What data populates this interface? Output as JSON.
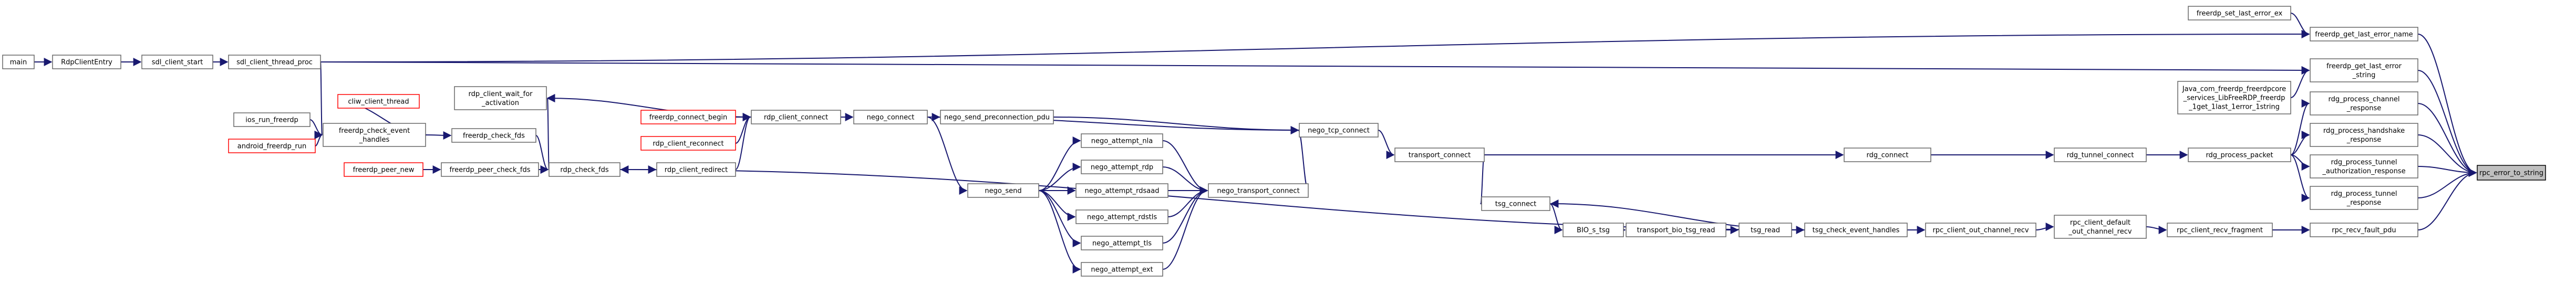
{
  "colors": {
    "node_border": "#666666",
    "node_border_highlight": "#ff0000",
    "node_fill": "#ffffff",
    "root_fill": "#bfbfbf",
    "root_border": "#000000",
    "edge": "#191970"
  },
  "nodes": [
    {
      "id": "rpc_error_to_string",
      "lines": [
        "rpc_error_to_string"
      ],
      "kind": "root"
    },
    {
      "id": "freerdp_set_last_error_ex",
      "lines": [
        "freerdp_set_last_error_ex"
      ]
    },
    {
      "id": "freerdp_get_last_error_name",
      "lines": [
        "freerdp_get_last_error_name"
      ]
    },
    {
      "id": "freerdp_get_last_error_string",
      "lines": [
        "freerdp_get_last_error",
        "_string"
      ]
    },
    {
      "id": "java_com_freerdp",
      "lines": [
        "Java_com_freerdp_freerdpcore",
        "_services_LibFreeRDP_freerdp",
        "_1get_1last_1error_1string"
      ]
    },
    {
      "id": "rdg_process_channel_response",
      "lines": [
        "rdg_process_channel",
        "_response"
      ]
    },
    {
      "id": "rdg_process_handshake_response",
      "lines": [
        "rdg_process_handshake",
        "_response"
      ]
    },
    {
      "id": "rdg_process_tunnel_authorization_response",
      "lines": [
        "rdg_process_tunnel",
        "_authorization_response"
      ]
    },
    {
      "id": "rdg_process_tunnel_response",
      "lines": [
        "rdg_process_tunnel",
        "_response"
      ]
    },
    {
      "id": "rpc_recv_fault_pdu",
      "lines": [
        "rpc_recv_fault_pdu"
      ]
    },
    {
      "id": "rdg_process_packet",
      "lines": [
        "rdg_process_packet"
      ]
    },
    {
      "id": "rdg_tunnel_connect",
      "lines": [
        "rdg_tunnel_connect"
      ]
    },
    {
      "id": "rdg_connect",
      "lines": [
        "rdg_connect"
      ]
    },
    {
      "id": "transport_connect",
      "lines": [
        "transport_connect"
      ]
    },
    {
      "id": "nego_tcp_connect",
      "lines": [
        "nego_tcp_connect"
      ]
    },
    {
      "id": "nego_connect",
      "lines": [
        "nego_connect"
      ]
    },
    {
      "id": "nego_send_preconnection_pdu",
      "lines": [
        "nego_send_preconnection_pdu"
      ]
    },
    {
      "id": "rdp_client_connect",
      "lines": [
        "rdp_client_connect"
      ]
    },
    {
      "id": "rdp_client_wait_for_activation",
      "lines": [
        "rdp_client_wait_for",
        "_activation"
      ]
    },
    {
      "id": "freerdp_connect_begin",
      "lines": [
        "freerdp_connect_begin"
      ],
      "kind": "highlight"
    },
    {
      "id": "rdp_client_reconnect",
      "lines": [
        "rdp_client_reconnect"
      ],
      "kind": "highlight"
    },
    {
      "id": "rdp_client_redirect",
      "lines": [
        "rdp_client_redirect"
      ]
    },
    {
      "id": "rdp_check_fds",
      "lines": [
        "rdp_check_fds"
      ]
    },
    {
      "id": "freerdp_check_fds",
      "lines": [
        "freerdp_check_fds"
      ]
    },
    {
      "id": "freerdp_peer_check_fds",
      "lines": [
        "freerdp_peer_check_fds"
      ]
    },
    {
      "id": "freerdp_peer_new",
      "lines": [
        "freerdp_peer_new"
      ],
      "kind": "highlight"
    },
    {
      "id": "cliw_client_thread",
      "lines": [
        "cliw_client_thread"
      ],
      "kind": "highlight"
    },
    {
      "id": "freerdp_check_event_handles",
      "lines": [
        "freerdp_check_event",
        "_handles"
      ]
    },
    {
      "id": "ios_run_freerdp",
      "lines": [
        "ios_run_freerdp"
      ]
    },
    {
      "id": "android_freerdp_run",
      "lines": [
        "android_freerdp_run"
      ],
      "kind": "highlight"
    },
    {
      "id": "sdl_client_thread_proc",
      "lines": [
        "sdl_client_thread_proc"
      ]
    },
    {
      "id": "sdl_client_start",
      "lines": [
        "sdl_client_start"
      ]
    },
    {
      "id": "RdpClientEntry",
      "lines": [
        "RdpClientEntry"
      ]
    },
    {
      "id": "main",
      "lines": [
        "main"
      ]
    },
    {
      "id": "nego_transport_connect",
      "lines": [
        "nego_transport_connect"
      ]
    },
    {
      "id": "nego_attempt_nla",
      "lines": [
        "nego_attempt_nla"
      ]
    },
    {
      "id": "nego_attempt_rdp",
      "lines": [
        "nego_attempt_rdp"
      ]
    },
    {
      "id": "nego_attempt_rdsaad",
      "lines": [
        "nego_attempt_rdsaad"
      ]
    },
    {
      "id": "nego_attempt_rdstls",
      "lines": [
        "nego_attempt_rdstls"
      ]
    },
    {
      "id": "nego_attempt_tls",
      "lines": [
        "nego_attempt_tls"
      ]
    },
    {
      "id": "nego_attempt_ext",
      "lines": [
        "nego_attempt_ext"
      ]
    },
    {
      "id": "nego_send",
      "lines": [
        "nego_send"
      ]
    },
    {
      "id": "tsg_connect",
      "lines": [
        "tsg_connect"
      ]
    },
    {
      "id": "BIO_s_tsg",
      "lines": [
        "BIO_s_tsg"
      ]
    },
    {
      "id": "transport_bio_tsg_read",
      "lines": [
        "transport_bio_tsg_read"
      ]
    },
    {
      "id": "tsg_read",
      "lines": [
        "tsg_read"
      ]
    },
    {
      "id": "tsg_check_event_handles",
      "lines": [
        "tsg_check_event_handles"
      ]
    },
    {
      "id": "rpc_client_out_channel_recv",
      "lines": [
        "rpc_client_out_channel_recv"
      ]
    },
    {
      "id": "rpc_client_default_out_channel_recv",
      "lines": [
        "rpc_client_default",
        "_out_channel_recv"
      ]
    },
    {
      "id": "rpc_client_recv_fragment",
      "lines": [
        "rpc_client_recv_fragment"
      ]
    }
  ],
  "edges": [
    [
      "freerdp_get_last_error_name",
      "rpc_error_to_string"
    ],
    [
      "freerdp_set_last_error_ex",
      "freerdp_get_last_error_name"
    ],
    [
      "sdl_client_thread_proc",
      "freerdp_get_last_error_name"
    ],
    [
      "freerdp_get_last_error_string",
      "rpc_error_to_string"
    ],
    [
      "java_com_freerdp",
      "freerdp_get_last_error_string"
    ],
    [
      "sdl_client_thread_proc",
      "freerdp_get_last_error_string"
    ],
    [
      "rdg_process_channel_response",
      "rpc_error_to_string"
    ],
    [
      "rdg_process_handshake_response",
      "rpc_error_to_string"
    ],
    [
      "rdg_process_tunnel_authorization_response",
      "rpc_error_to_string"
    ],
    [
      "rdg_process_tunnel_response",
      "rpc_error_to_string"
    ],
    [
      "rpc_recv_fault_pdu",
      "rpc_error_to_string"
    ],
    [
      "rdg_process_packet",
      "rdg_process_channel_response"
    ],
    [
      "rdg_process_packet",
      "rdg_process_handshake_response"
    ],
    [
      "rdg_process_packet",
      "rdg_process_tunnel_authorization_response"
    ],
    [
      "rdg_process_packet",
      "rdg_process_tunnel_response"
    ],
    [
      "rdg_tunnel_connect",
      "rdg_process_packet"
    ],
    [
      "rdg_connect",
      "rdg_tunnel_connect"
    ],
    [
      "transport_connect",
      "rdg_connect"
    ],
    [
      "nego_tcp_connect",
      "transport_connect"
    ],
    [
      "nego_connect",
      "nego_tcp_connect"
    ],
    [
      "nego_send_preconnection_pdu",
      "nego_tcp_connect"
    ],
    [
      "nego_transport_connect",
      "nego_tcp_connect"
    ],
    [
      "rdp_client_connect",
      "nego_connect"
    ],
    [
      "nego_connect",
      "nego_send_preconnection_pdu"
    ],
    [
      "freerdp_connect_begin",
      "rdp_client_connect"
    ],
    [
      "rdp_client_reconnect",
      "rdp_client_connect"
    ],
    [
      "rdp_client_redirect",
      "rdp_client_connect"
    ],
    [
      "rdp_client_connect",
      "rdp_client_wait_for_activation"
    ],
    [
      "rdp_check_fds",
      "rdp_client_wait_for_activation"
    ],
    [
      "rdp_check_fds",
      "rdp_client_redirect"
    ],
    [
      "freerdp_check_fds",
      "rdp_check_fds"
    ],
    [
      "freerdp_peer_check_fds",
      "rdp_check_fds"
    ],
    [
      "freerdp_peer_new",
      "freerdp_peer_check_fds"
    ],
    [
      "freerdp_check_event_handles",
      "freerdp_check_fds"
    ],
    [
      "cliw_client_thread",
      "freerdp_check_event_handles"
    ],
    [
      "ios_run_freerdp",
      "freerdp_check_event_handles"
    ],
    [
      "android_freerdp_run",
      "freerdp_check_event_handles"
    ],
    [
      "sdl_client_thread_proc",
      "freerdp_check_event_handles"
    ],
    [
      "sdl_client_start",
      "sdl_client_thread_proc"
    ],
    [
      "RdpClientEntry",
      "sdl_client_start"
    ],
    [
      "main",
      "RdpClientEntry"
    ],
    [
      "nego_attempt_nla",
      "nego_transport_connect"
    ],
    [
      "nego_attempt_rdp",
      "nego_transport_connect"
    ],
    [
      "nego_attempt_rdsaad",
      "nego_transport_connect"
    ],
    [
      "nego_attempt_rdstls",
      "nego_transport_connect"
    ],
    [
      "nego_attempt_tls",
      "nego_transport_connect"
    ],
    [
      "nego_attempt_ext",
      "nego_transport_connect"
    ],
    [
      "nego_send",
      "nego_attempt_nla"
    ],
    [
      "nego_send",
      "nego_attempt_rdp"
    ],
    [
      "nego_send",
      "nego_attempt_rdsaad"
    ],
    [
      "nego_send",
      "nego_attempt_rdstls"
    ],
    [
      "nego_send",
      "nego_attempt_tls"
    ],
    [
      "nego_send",
      "nego_attempt_ext"
    ],
    [
      "nego_connect",
      "nego_send"
    ],
    [
      "transport_connect",
      "tsg_connect"
    ],
    [
      "tsg_check_event_handles",
      "tsg_connect"
    ],
    [
      "tsg_connect",
      "BIO_s_tsg"
    ],
    [
      "BIO_s_tsg",
      "transport_bio_tsg_read"
    ],
    [
      "transport_bio_tsg_read",
      "tsg_read"
    ],
    [
      "tsg_read",
      "tsg_check_event_handles"
    ],
    [
      "tsg_check_event_handles",
      "rdp_check_fds"
    ],
    [
      "tsg_check_event_handles",
      "rpc_client_out_channel_recv"
    ],
    [
      "rpc_client_out_channel_recv",
      "rpc_client_default_out_channel_recv"
    ],
    [
      "rpc_client_default_out_channel_recv",
      "rpc_client_recv_fragment"
    ],
    [
      "rpc_client_recv_fragment",
      "rpc_recv_fault_pdu"
    ]
  ]
}
